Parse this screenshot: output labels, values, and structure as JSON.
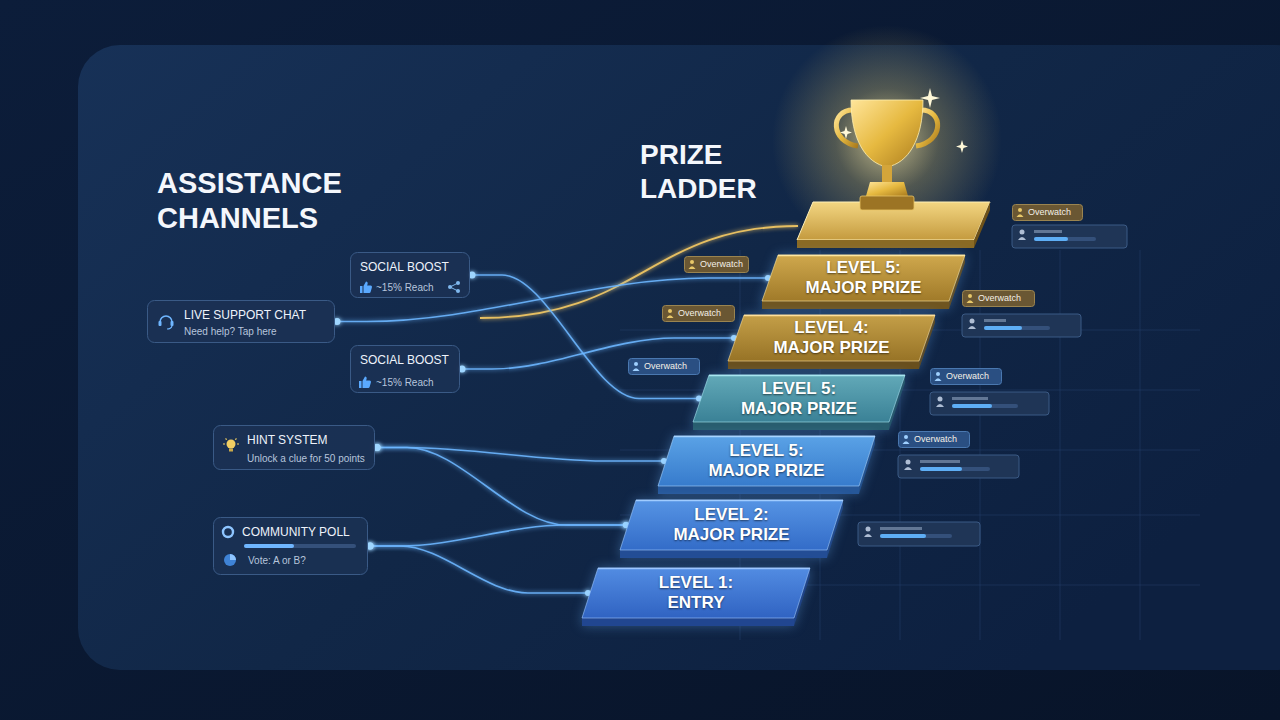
{
  "diagram": {
    "nodes": [
      {
        "text": [
          "SOCIAL BOOST",
          "~15% Reach"
        ]
      },
      {
        "text": [
          "LIVE SUPPORT CHAT",
          "Need help? Tap here"
        ]
      },
      {
        "text": [
          "SOCIAL BOOST",
          "~15% Reach"
        ]
      },
      {
        "text": [
          "HINT SYSTEM",
          "Unlock a clue for 50 points"
        ]
      },
      {
        "text": [
          "COMMUNITY POLL",
          "Vote: A or B?"
        ]
      },
      {
        "text": [
          "LEVEL 5: MAJOR PRIZE"
        ]
      },
      {
        "text": [
          "LEVEL 4: MAJOR PRIZE"
        ]
      },
      {
        "text": [
          "LEVEL 5: MAJOR PRIZE"
        ]
      },
      {
        "text": [
          "LEVEL 5: MAJOR PRIZE"
        ]
      },
      {
        "text": [
          "LEVEL 2: MAJOR PRIZE"
        ]
      },
      {
        "text": [
          "LEVEL 1: ENTRY"
        ]
      },
      {
        "text": [
          "Overwatch"
        ]
      },
      {
        "text": [
          "Overwatch"
        ]
      },
      {
        "text": [
          "Overwatch"
        ]
      },
      {
        "text": [
          "Overwatch"
        ]
      },
      {
        "text": [
          "Overwatch"
        ]
      },
      {
        "text": [
          "Overwatch"
        ]
      },
      {
        "text": [
          "Overwatch"
        ]
      }
    ],
    "edges": [
      {
        "from": 0,
        "to": 7,
        "arrow": "none"
      },
      {
        "from": 1,
        "to": 5,
        "arrow": "none"
      },
      {
        "from": 2,
        "to": 6,
        "arrow": "none"
      },
      {
        "from": 3,
        "to": 8,
        "arrow": "none"
      },
      {
        "from": 3,
        "to": 9,
        "arrow": "none"
      },
      {
        "from": 4,
        "to": 9,
        "arrow": "none"
      },
      {
        "from": 4,
        "to": 10,
        "arrow": "none"
      }
    ],
    "labels": [
      "ASSISTANCE CHANNELS",
      "PRIZE LADDER"
    ]
  }
}
